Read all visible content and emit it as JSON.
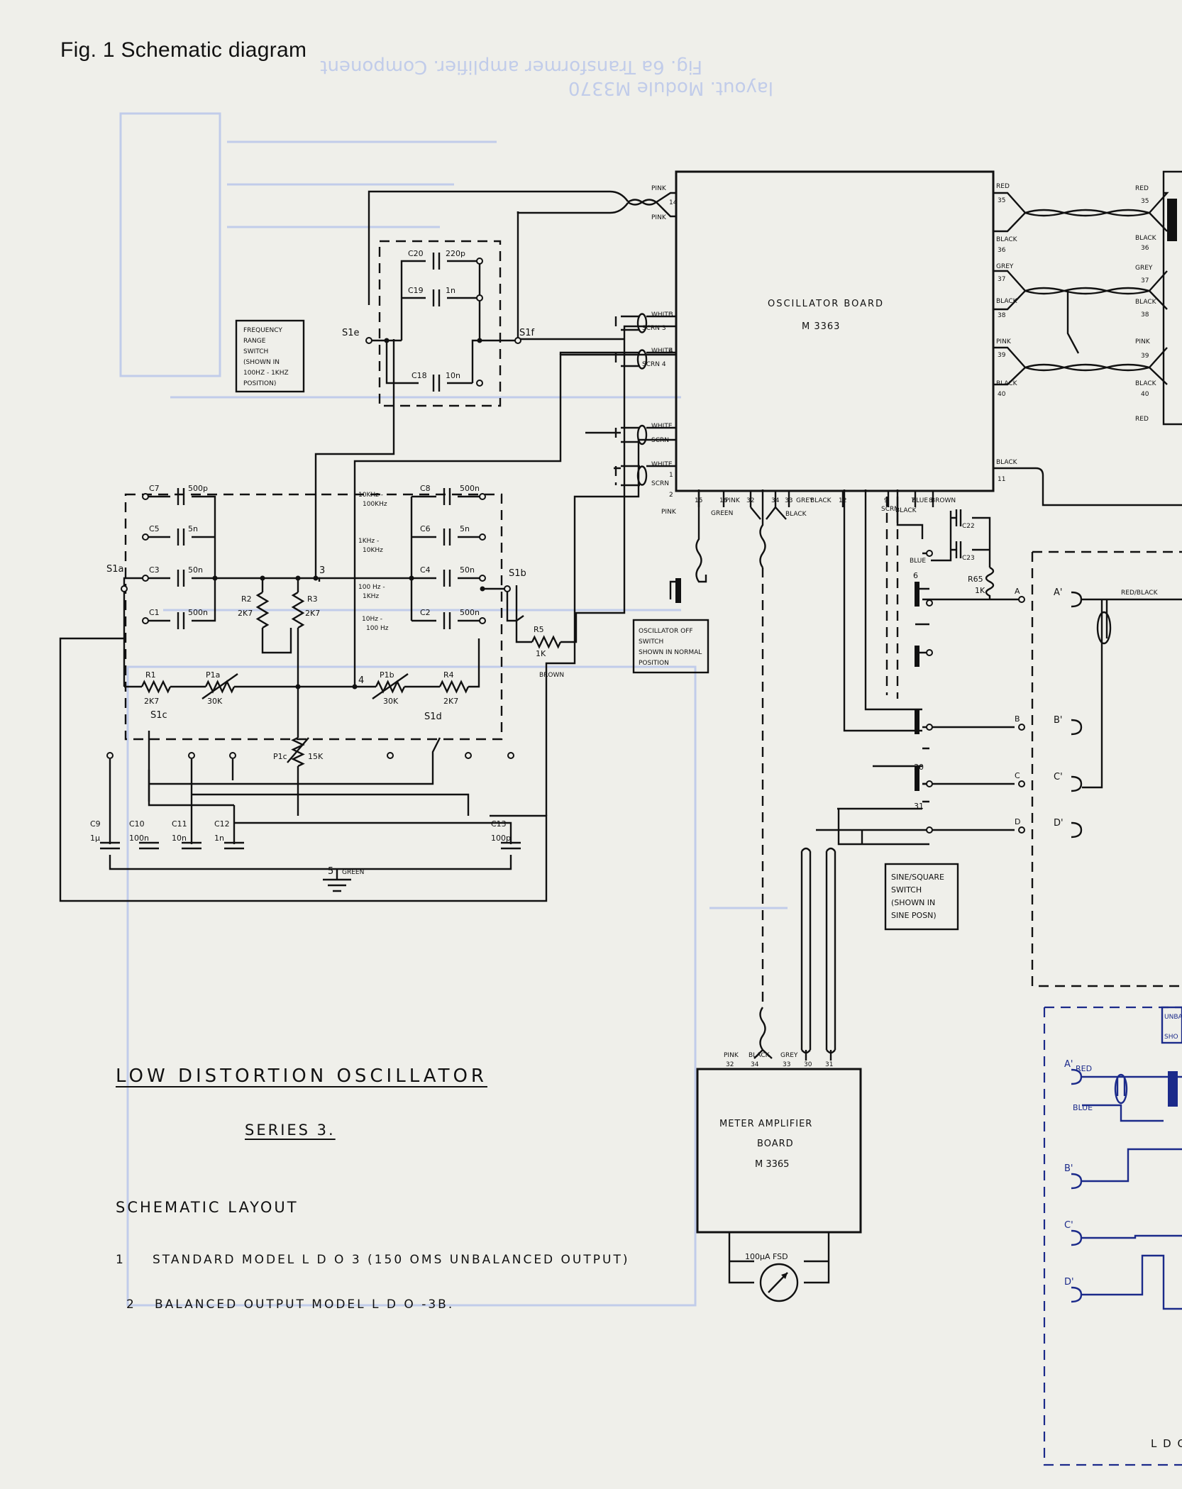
{
  "figure": {
    "title": "Fig. 1  Schematic diagram"
  },
  "notes": {
    "main_title": "LOW   DISTORTION   OSCILLATOR",
    "series": "SERIES 3.",
    "layout_heading": "SCHEMATIC   LAYOUT",
    "items": [
      {
        "num": "1",
        "text": "STANDARD  MODEL  L D O 3  (150  OMS  UNBALANCED  OUTPUT)"
      },
      {
        "num": "2",
        "text": "BALANCED  OUTPUT  MODEL  L D O -3B."
      }
    ]
  },
  "boards": {
    "oscillator": {
      "name": "OSCILLATOR  BOARD",
      "code": "M 3363"
    },
    "meter": {
      "line1": "METER  AMPLIFIER",
      "line2": "BOARD",
      "code": "M 3365"
    }
  },
  "switch_notes": {
    "frequency_range": [
      "FREQUENCY",
      "RANGE",
      "SWITCH",
      "(SHOWN IN",
      "100HZ - 1KHZ",
      "POSITION)"
    ],
    "oscillator_off": [
      "OSCILLATOR OFF",
      "SWITCH",
      "SHOWN IN NORMAL",
      "POSITION"
    ],
    "sine_square": [
      "SINE/SQUARE",
      "SWITCH",
      "(SHOWN IN",
      "SINE POSN)"
    ]
  },
  "ranges": [
    {
      "line1": "10KHz -",
      "line2": "100KHz"
    },
    {
      "line1": "1KHz -",
      "line2": "10KHz"
    },
    {
      "line1": "100 Hz -",
      "line2": "1KHz"
    },
    {
      "line1": "10Hz -",
      "line2": "100 Hz"
    }
  ],
  "components": {
    "left_caps": [
      {
        "ref": "C7",
        "value": "500p"
      },
      {
        "ref": "C5",
        "value": "5n"
      },
      {
        "ref": "C3",
        "value": "50n"
      },
      {
        "ref": "C1",
        "value": "500n"
      }
    ],
    "right_caps": [
      {
        "ref": "C8",
        "value": "500n"
      },
      {
        "ref": "C6",
        "value": "5n"
      },
      {
        "ref": "C4",
        "value": "50n"
      },
      {
        "ref": "C2",
        "value": "500n"
      }
    ],
    "top_caps": [
      {
        "ref": "C20",
        "value": "220p"
      },
      {
        "ref": "C19",
        "value": "1n"
      },
      {
        "ref": "C18",
        "value": "10n"
      }
    ],
    "bottom_caps": [
      {
        "ref": "C9",
        "value": "1μ"
      },
      {
        "ref": "C10",
        "value": "100n"
      },
      {
        "ref": "C11",
        "value": "10n"
      },
      {
        "ref": "C12",
        "value": "1n"
      },
      {
        "ref": "C13",
        "value": "100p"
      }
    ],
    "resistors": {
      "R1": {
        "ref": "R1",
        "value": "2K7"
      },
      "R2": {
        "ref": "R2",
        "value": "2K7"
      },
      "R3": {
        "ref": "R3",
        "value": "2K7"
      },
      "R4": {
        "ref": "R4",
        "value": "2K7"
      },
      "R5": {
        "ref": "R5",
        "value": "1K"
      },
      "R65": {
        "ref": "R65",
        "value": "1K"
      }
    },
    "pots": {
      "P1a": {
        "ref": "P1a",
        "value": "30K"
      },
      "P1b": {
        "ref": "P1b",
        "value": "30K"
      },
      "P1c": {
        "ref": "P1c",
        "value": "15K"
      }
    },
    "c22": "C22",
    "c23": "C23"
  },
  "switch_labels": {
    "s1a": "S1a",
    "s1b": "S1b",
    "s1c": "S1c",
    "s1d": "S1d",
    "s1e": "S1e",
    "s1f": "S1f"
  },
  "nodes": {
    "n3": "3",
    "n4": "4",
    "n5": "5",
    "green": "GREEN",
    "brown": "BROWN"
  },
  "osc_pins_left": [
    {
      "pin": "",
      "color": "PINK"
    },
    {
      "pin": "14",
      "color": ""
    },
    {
      "pin": "",
      "color": "PINK"
    },
    {
      "pin": "3",
      "color": "WHITE"
    },
    {
      "pin": "",
      "color": "SCRN 3"
    },
    {
      "pin": "4",
      "color": "WHITE"
    },
    {
      "pin": "",
      "color": "SCRN 4"
    },
    {
      "pin": "",
      "color": "WHITE"
    },
    {
      "pin": "",
      "color": "SCRN"
    },
    {
      "pin": "",
      "color": "WHITE"
    },
    {
      "pin": "1",
      "color": ""
    },
    {
      "pin": "",
      "color": "SCRN"
    },
    {
      "pin": "2",
      "color": ""
    }
  ],
  "osc_pins_right": [
    {
      "color": "RED",
      "pin": "35"
    },
    {
      "color": "BLACK",
      "pin": "36"
    },
    {
      "color": "GREY",
      "pin": "37"
    },
    {
      "color": "BLACK",
      "pin": "38"
    },
    {
      "color": "PINK",
      "pin": "39"
    },
    {
      "color": "BLACK",
      "pin": "40"
    },
    {
      "color": "BLACK",
      "pin": "11"
    }
  ],
  "ps_pins": [
    {
      "color": "RED",
      "pin": "35"
    },
    {
      "color": "BLACK",
      "pin": "36"
    },
    {
      "color": "GREY",
      "pin": "37"
    },
    {
      "color": "BLACK",
      "pin": "38"
    },
    {
      "color": "PINK",
      "pin": "39"
    },
    {
      "color": "BLACK",
      "pin": "40"
    },
    {
      "color": "RED",
      "pin": ""
    }
  ],
  "osc_bottom_pins": [
    "15",
    "16",
    "32",
    "34",
    "33",
    "12",
    "9",
    "7",
    "8"
  ],
  "osc_bottom_colors": [
    "PINK",
    "PINK",
    "GREEN",
    "GREY",
    "BLACK",
    "SCRN",
    "BLACK",
    "BLUE",
    "BROWN",
    "BLACK"
  ],
  "meter_pins": [
    {
      "color": "PINK",
      "pin": "32"
    },
    {
      "color": "BLACK",
      "pin": "34"
    },
    {
      "color": "GREY",
      "pin": "33"
    },
    {
      "color": "",
      "pin": "30"
    },
    {
      "color": "",
      "pin": "31"
    }
  ],
  "meter": {
    "label": "100μA FSD"
  },
  "sine_switch_pins": [
    "6",
    "30",
    "31"
  ],
  "outputs": [
    {
      "term": "A",
      "jack": "A'"
    },
    {
      "term": "B",
      "jack": "B'"
    },
    {
      "term": "C",
      "jack": "C'"
    },
    {
      "term": "D",
      "jack": "D'"
    }
  ],
  "output_wire": "RED/BLACK",
  "blue_label": "BLUE",
  "balanced_section": {
    "jacks": [
      "A'",
      "B'",
      "C'",
      "D'"
    ],
    "red": "RED",
    "blue": "BLUE",
    "unbal": "UNBA",
    "sho": "SHO",
    "footer": "L D O"
  },
  "ghost_text": {
    "line1": "Fig. 6a  Transformer amplifier. Component",
    "line2": "layout. Module M3370"
  }
}
